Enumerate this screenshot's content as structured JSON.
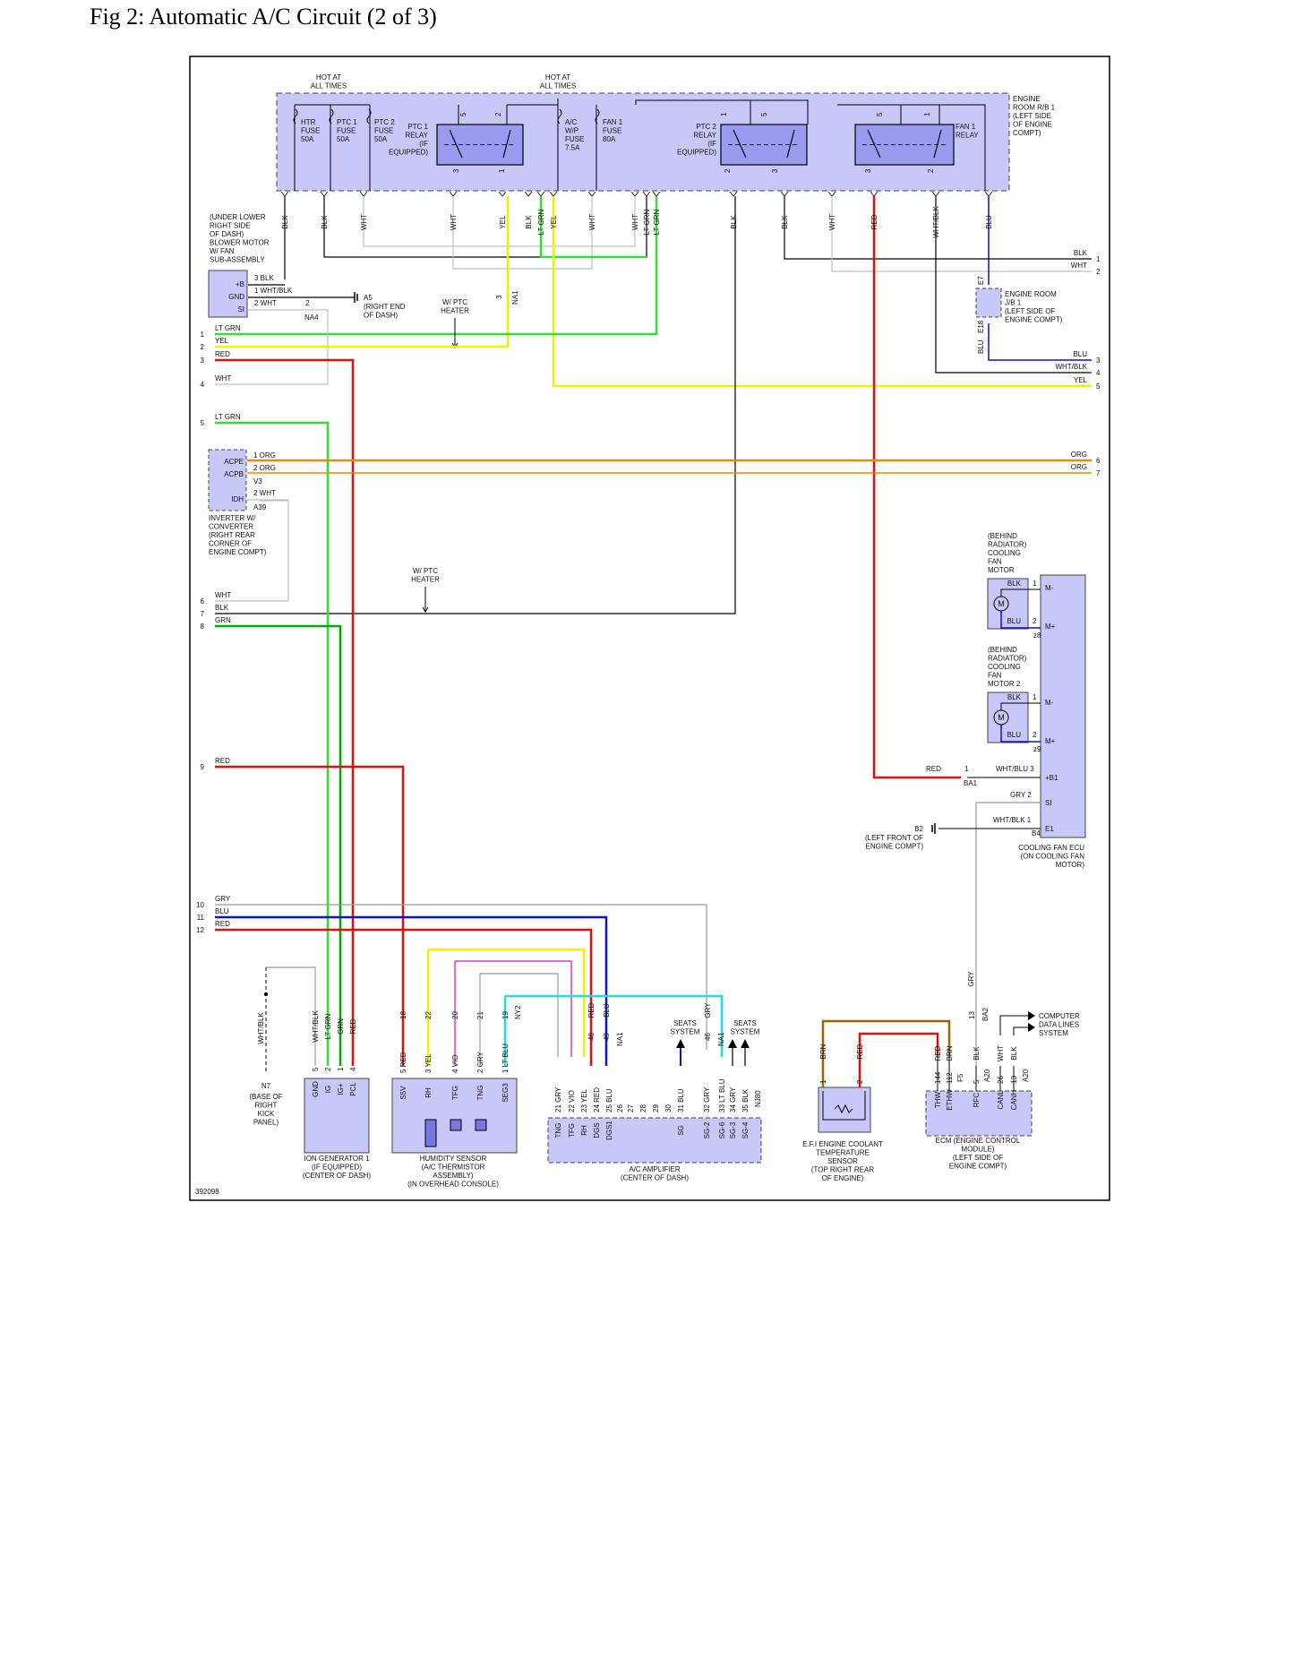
{
  "title": "Fig 2: Automatic A/C Circuit (2 of 3)",
  "diagram_id": "392098",
  "colors": {
    "box_fill": "#c8c8f8",
    "box_stroke": "#444444",
    "frame": "#000000",
    "wire_blk": "#000000",
    "wire_wht": "#c0c0c0",
    "wire_yel": "#f0f000",
    "wire_ltgrn": "#33dd33",
    "wire_grn": "#00aa00",
    "wire_red": "#dd1111",
    "wire_blu": "#1111cc",
    "wire_org": "#ee8800",
    "wire_vio": "#cc44cc",
    "wire_gry": "#999999",
    "wire_ltblu": "#22dddd",
    "wire_brn": "#996600"
  },
  "top_labels": {
    "hot1": [
      "HOT AT",
      "ALL TIMES"
    ],
    "hot2": [
      "HOT AT",
      "ALL TIMES"
    ],
    "engine_rb": [
      "ENGINE",
      "ROOM R/B 1",
      "(LEFT SIDE",
      "OF ENGINE",
      "COMPT)"
    ]
  },
  "fuses": {
    "htr": [
      "HTR",
      "FUSE",
      "50A"
    ],
    "ptc1": [
      "PTC 1",
      "FUSE",
      "50A"
    ],
    "ptc2": [
      "PTC 2",
      "FUSE",
      "50A"
    ],
    "acwp": [
      "A/C",
      "W/P",
      "FUSE",
      "7.5A"
    ],
    "fan1": [
      "FAN 1",
      "FUSE",
      "80A"
    ]
  },
  "relays": {
    "ptc1": [
      "PTC 1",
      "RELAY",
      "(IF",
      "EQUIPPED)"
    ],
    "ptc2": [
      "PTC 2",
      "RELAY",
      "(IF",
      "EQUIPPED)"
    ],
    "fan1": [
      "FAN 1",
      "RELAY"
    ]
  },
  "pins": {
    "p5": "5",
    "p2": "2",
    "p1": "1",
    "p3": "3"
  },
  "vertical_wire_labels": [
    "BLK",
    "BLK",
    "WHT",
    "WHT",
    "YEL",
    "BLK",
    "LT GRN",
    "YEL",
    "WHT",
    "WHT",
    "LT GRN",
    "LT GRN",
    "BLK",
    "BLK",
    "WHT",
    "RED",
    "WHT/BLK",
    "BLU"
  ],
  "blower": {
    "title": [
      "(UNDER LOWER",
      "RIGHT SIDE",
      "OF DASH)",
      "BLOWER MOTOR",
      "W/ FAN",
      "SUB-ASSEMBLY"
    ],
    "pins": [
      "+B",
      "GND",
      "SI"
    ],
    "wires": [
      "3  BLK",
      "1  WHT/BLK",
      "2  WHT"
    ],
    "conn": "NA4",
    "pin2": "2",
    "ground": "A5",
    "ground_note": [
      "(RIGHT END",
      "OF DASH)"
    ]
  },
  "wptc1": [
    "W/ PTC",
    "HEATER"
  ],
  "wptc2": [
    "W/ PTC",
    "HEATER"
  ],
  "na1": "NA1",
  "na1_pin": "3",
  "left_rows": [
    {
      "n": "1",
      "label": "LT GRN"
    },
    {
      "n": "2",
      "label": "YEL"
    },
    {
      "n": "3",
      "label": "RED"
    },
    {
      "n": "4",
      "label": "WHT"
    },
    {
      "n": "5",
      "label": "LT GRN"
    },
    {
      "n": "6",
      "label": "WHT"
    },
    {
      "n": "7",
      "label": "BLK"
    },
    {
      "n": "8",
      "label": "GRN"
    },
    {
      "n": "9",
      "label": "RED"
    },
    {
      "n": "10",
      "label": "GRY"
    },
    {
      "n": "11",
      "label": "BLU"
    },
    {
      "n": "12",
      "label": "RED"
    }
  ],
  "right_rows": [
    {
      "n": "1",
      "label": "BLK"
    },
    {
      "n": "2",
      "label": "WHT"
    },
    {
      "n": "3",
      "label": "BLU"
    },
    {
      "n": "4",
      "label": "WHT/BLK"
    },
    {
      "n": "5",
      "label": "YEL"
    },
    {
      "n": "6",
      "label": "ORG"
    },
    {
      "n": "7",
      "label": "ORG"
    }
  ],
  "jb": {
    "title": [
      "ENGINE ROOM",
      "J/B 1",
      "(LEFT SIDE OF",
      "ENGINE COMPT)"
    ],
    "c1": "E7",
    "c2": "E18",
    "w1": "BLU",
    "w2": "BLU"
  },
  "inverter": {
    "pins": [
      "ACPE",
      "ACPB",
      "IDH"
    ],
    "wires": [
      "1  ORG",
      "2  ORG",
      "2  WHT"
    ],
    "c1": "V3",
    "c2": "A39",
    "title": [
      "INVERTER W/",
      "CONVERTER",
      "(RIGHT REAR",
      "CORNER OF",
      "ENGINE COMPT)"
    ]
  },
  "fan_motor1": {
    "title": [
      "(BEHIND",
      "RADIATOR)",
      "COOLING",
      "FAN",
      "MOTOR"
    ],
    "w1": "BLK",
    "w2": "BLU",
    "p1": "1",
    "p2": "2",
    "conn": "z8",
    "m": "M"
  },
  "fan_motor2": {
    "title": [
      "(BEHIND",
      "RADIATOR)",
      "COOLING",
      "FAN",
      "MOTOR 2"
    ],
    "w1": "BLK",
    "w2": "BLU",
    "p1": "1",
    "p2": "2",
    "conn": "z9",
    "m": "M"
  },
  "fan_ecu": {
    "pins": [
      "M-",
      "M+",
      "M-",
      "M+",
      "+B1",
      "SI",
      "E1"
    ],
    "title": [
      "COOLING FAN ECU",
      "(ON COOLING FAN",
      "MOTOR)"
    ],
    "w_b1": "WHT/BLU  3",
    "w_si": "GRY  2",
    "w_e1": "WHT/BLK  1",
    "c_b4": "B4",
    "red": "RED",
    "ba1_pin": "1",
    "ba1": "BA1"
  },
  "ground_b2": {
    "name": "B2",
    "note": [
      "(LEFT FRONT OF",
      "ENGINE COMPT)"
    ]
  },
  "bottom": {
    "n7": {
      "name": "N7",
      "note": [
        "(BASE OF",
        "RIGHT",
        "KICK",
        "PANEL)"
      ],
      "wire": "WHT/BLK"
    },
    "ion": {
      "title": [
        "ION GENERATOR 1",
        "(IF EQUIPPED)",
        "(CENTER OF DASH)"
      ],
      "pins": [
        "GND",
        "IG",
        "IG+",
        "PCL"
      ],
      "nums": [
        "5",
        "2",
        "1",
        "4"
      ],
      "wires": [
        "WHT/BLK",
        "LT GRN",
        "GRN",
        "RED"
      ]
    },
    "hum": {
      "title": [
        "HUMIDITY SENSOR",
        "(A/C THERMISTOR",
        "ASSEMBLY)",
        "(IN OVERHEAD CONSOLE)"
      ],
      "pins": [
        "S5V",
        "RH",
        "TFG",
        "TNG",
        "SEG3"
      ],
      "nums": [
        "5 RED",
        "3  YEL",
        "4  VIO",
        "2  GRY",
        "1  LT BLU"
      ],
      "top": [
        "18",
        "22",
        "20",
        "21",
        "19"
      ],
      "conn": "NY2"
    },
    "amp": {
      "title": [
        "A/C AMPLIFIER",
        "(CENTER OF DASH)"
      ],
      "rows": [
        "21  GRY",
        "22  VIO",
        "23  YEL",
        "24  RED",
        "25  BLU",
        "26",
        "27",
        "28",
        "29",
        "30",
        "31  BLU",
        "32  GRY",
        "33  LT BLU",
        "34  GRY",
        "35  BLK"
      ],
      "pins": [
        "TNG",
        "TFG",
        "RH",
        "DGS",
        "DGS1",
        "SG",
        "SG-2",
        "SG-6",
        "SG-3",
        "SG-4"
      ],
      "top": [
        "RED",
        "BLU",
        "GRY"
      ],
      "top_nums": [
        "48",
        "49",
        "46"
      ],
      "conn": "NA1",
      "conn2": "NA1",
      "n180": "NJ80",
      "seats1": [
        "SEATS",
        "SYSTEM"
      ],
      "seats2": [
        "SEATS",
        "SYSTEM"
      ]
    },
    "efi": {
      "title": [
        "E.F.I ENGINE COOLANT",
        "TEMPERATURE",
        "SENSOR",
        "(TOP RIGHT REAR",
        "OF ENGINE)"
      ],
      "wires": [
        "BRN",
        "RED"
      ],
      "nums": [
        "1",
        "2"
      ]
    },
    "ecm": {
      "title": [
        "ECM (ENGINE CONTROL",
        "MODULE)",
        "(LEFT SIDE OF",
        "ENGINE COMPT)"
      ],
      "pins": [
        "THW",
        "ETHW",
        "RFC",
        "CANL",
        "CANH"
      ],
      "nums": [
        "144",
        "112",
        "5",
        "26",
        "13"
      ],
      "conns": [
        "F5",
        "A20",
        "A20"
      ],
      "wires": [
        "RED",
        "BRN",
        "BLK",
        "WHT",
        "BLK"
      ],
      "gry": "GRY",
      "ba2_pin": "13",
      "ba2": "BA2",
      "cdl": [
        "COMPUTER",
        "DATA LINES",
        "SYSTEM"
      ]
    }
  }
}
